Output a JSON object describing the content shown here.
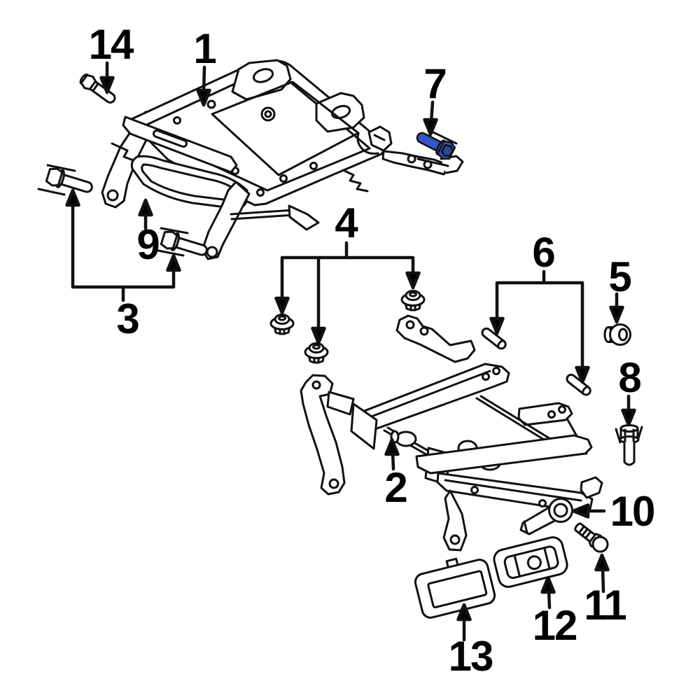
{
  "figure": {
    "type": "exploded-parts-diagram",
    "subject": "seat-track-and-adjuster-assembly",
    "background_color": "#ffffff",
    "line_color": "#111111",
    "highlight": {
      "part": "7",
      "color": "#3556c9"
    },
    "callouts": {
      "c1": {
        "label": "1"
      },
      "c2": {
        "label": "2"
      },
      "c3": {
        "label": "3"
      },
      "c4": {
        "label": "4"
      },
      "c5": {
        "label": "5"
      },
      "c6": {
        "label": "6"
      },
      "c7": {
        "label": "7"
      },
      "c8": {
        "label": "8"
      },
      "c9": {
        "label": "9"
      },
      "c10": {
        "label": "10"
      },
      "c11": {
        "label": "11"
      },
      "c12": {
        "label": "12"
      },
      "c13": {
        "label": "13"
      },
      "c14": {
        "label": "14"
      }
    }
  }
}
